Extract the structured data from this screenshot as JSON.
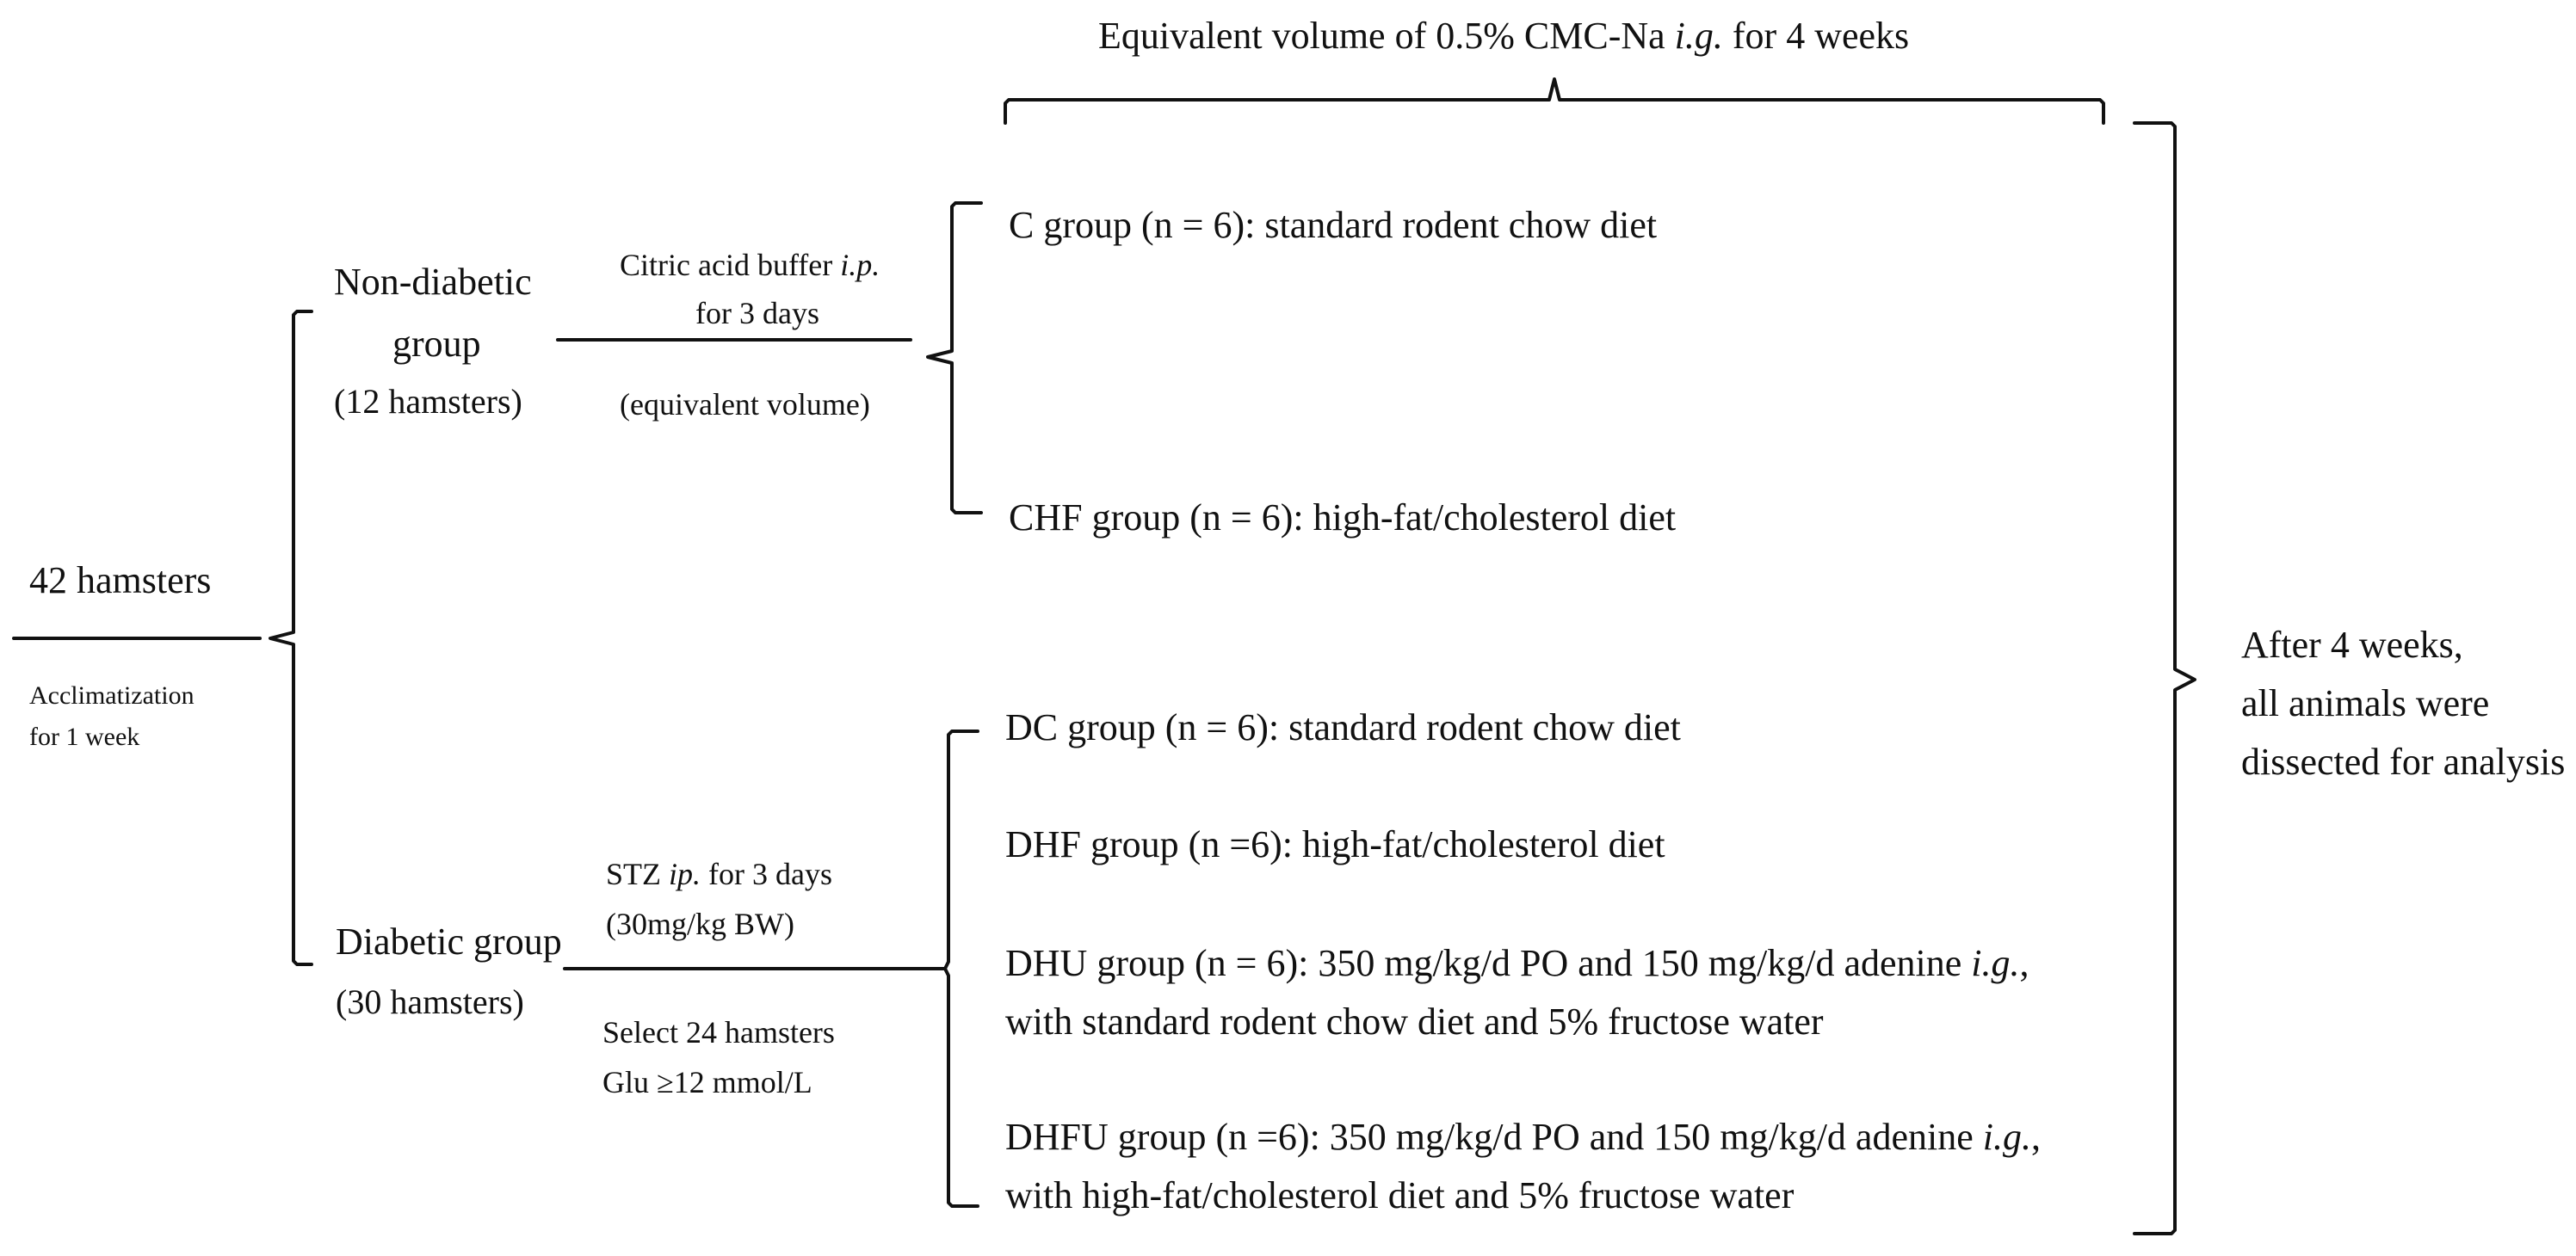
{
  "top_label": {
    "pre": "Equivalent volume of 0.5% CMC-Na ",
    "italic": "i.g.",
    "post": " for 4 weeks"
  },
  "start": {
    "title": "42 hamsters",
    "note_line1": "Acclimatization",
    "note_line2": "for 1 week"
  },
  "non_diabetic": {
    "title_line1": "Non-diabetic",
    "title_line2": "group",
    "count": "(12 hamsters)",
    "treatment_pre": "Citric acid buffer ",
    "treatment_italic": "i.p.",
    "treatment_line2": "for 3 days",
    "treatment_note": "(equivalent volume)"
  },
  "diabetic": {
    "title": "Diabetic group",
    "count": "(30 hamsters)",
    "treatment_pre": "STZ ",
    "treatment_italic": "ip.",
    "treatment_post": " for 3 days",
    "treatment_dose": "(30mg/kg BW)",
    "select_line1": "Select 24 hamsters",
    "select_line2": "Glu ≥12 mmol/L"
  },
  "groups": {
    "c": "C group (n = 6): standard rodent chow diet",
    "chf": "CHF group (n = 6):  high-fat/cholesterol diet",
    "dc": "DC group (n = 6):  standard rodent chow diet",
    "dhf": "DHF group (n =6):  high-fat/cholesterol diet",
    "dhu_line1_pre": "DHU group (n = 6):  350 mg/kg/d PO and 150 mg/kg/d adenine ",
    "dhu_line1_italic": "i.g.",
    "dhu_line1_post": ",",
    "dhu_line2": "with standard rodent chow diet and 5% fructose water",
    "dhfu_line1_pre": "DHFU group (n =6):  350 mg/kg/d PO and 150 mg/kg/d adenine ",
    "dhfu_line1_italic": "i.g.",
    "dhfu_line1_post": ",",
    "dhfu_line2": "with high-fat/cholesterol diet and 5% fructose water"
  },
  "outcome": {
    "line1": "After 4 weeks,",
    "line2": "all animals were",
    "line3": "dissected for analysis"
  }
}
